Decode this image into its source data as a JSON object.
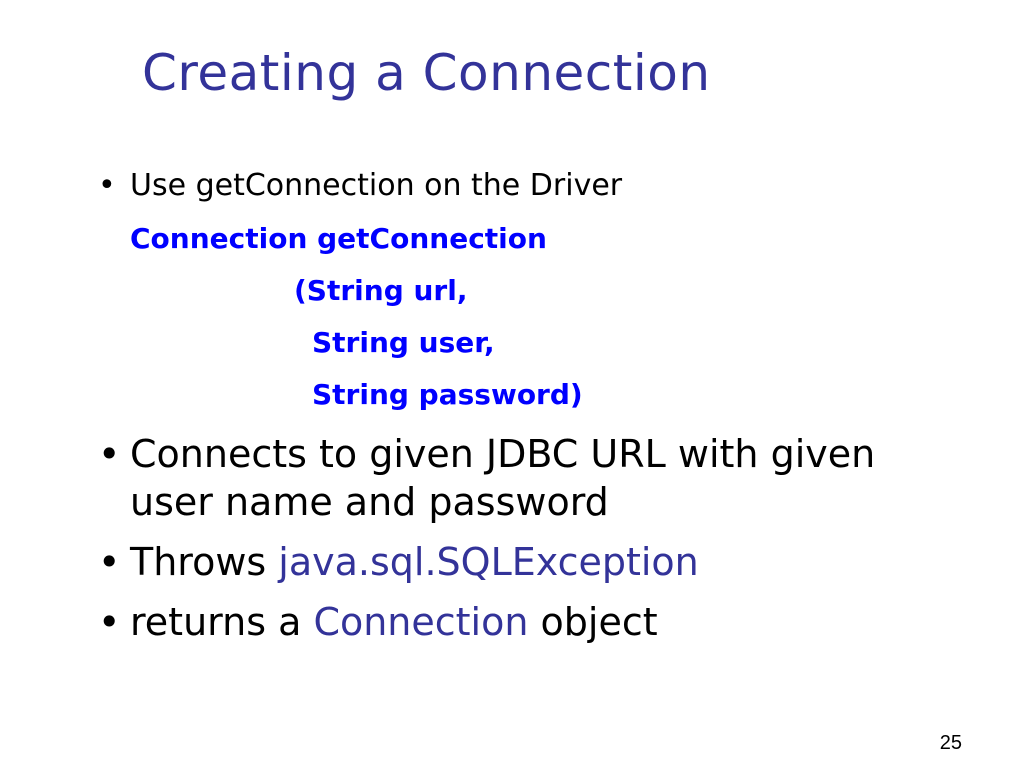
{
  "slide": {
    "title": "Creating a Connection",
    "bullet_symbol": "•",
    "bullets": [
      {
        "text": "Use getConnection on the Driver",
        "code_lines": [
          "Connection getConnection",
          "(String url,",
          "String user,",
          "String password)"
        ]
      },
      {
        "lines": [
          "Connects to given JDBC URL with given",
          "user name and password"
        ]
      },
      {
        "prefix": "Throws ",
        "highlight": "java.sql.SQLException"
      },
      {
        "prefix": "returns a ",
        "highlight": "Connection",
        "suffix": " object"
      }
    ],
    "page_number": "25"
  },
  "colors": {
    "title": "#333399",
    "code": "#0000ff",
    "highlight": "#333399",
    "body": "#000000"
  }
}
